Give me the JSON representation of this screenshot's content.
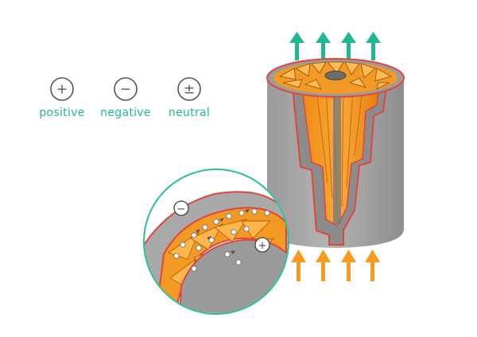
{
  "legend": {
    "positive": {
      "symbol": "+",
      "label": "positive"
    },
    "negative": {
      "symbol": "−",
      "label": "negative"
    },
    "neutral": {
      "symbol": "±",
      "label": "neutral"
    }
  },
  "inset": {
    "negative_symbol": "−",
    "positive_symbol": "+"
  },
  "colors": {
    "teal": "#1fb893",
    "orange": "#f79a1e",
    "orange_dark": "#e2861a",
    "red_outline": "#e2453c",
    "gray_body": "#a6a6a6",
    "gray_dark": "#8a8a8a",
    "ring": "#2bbf8f"
  }
}
